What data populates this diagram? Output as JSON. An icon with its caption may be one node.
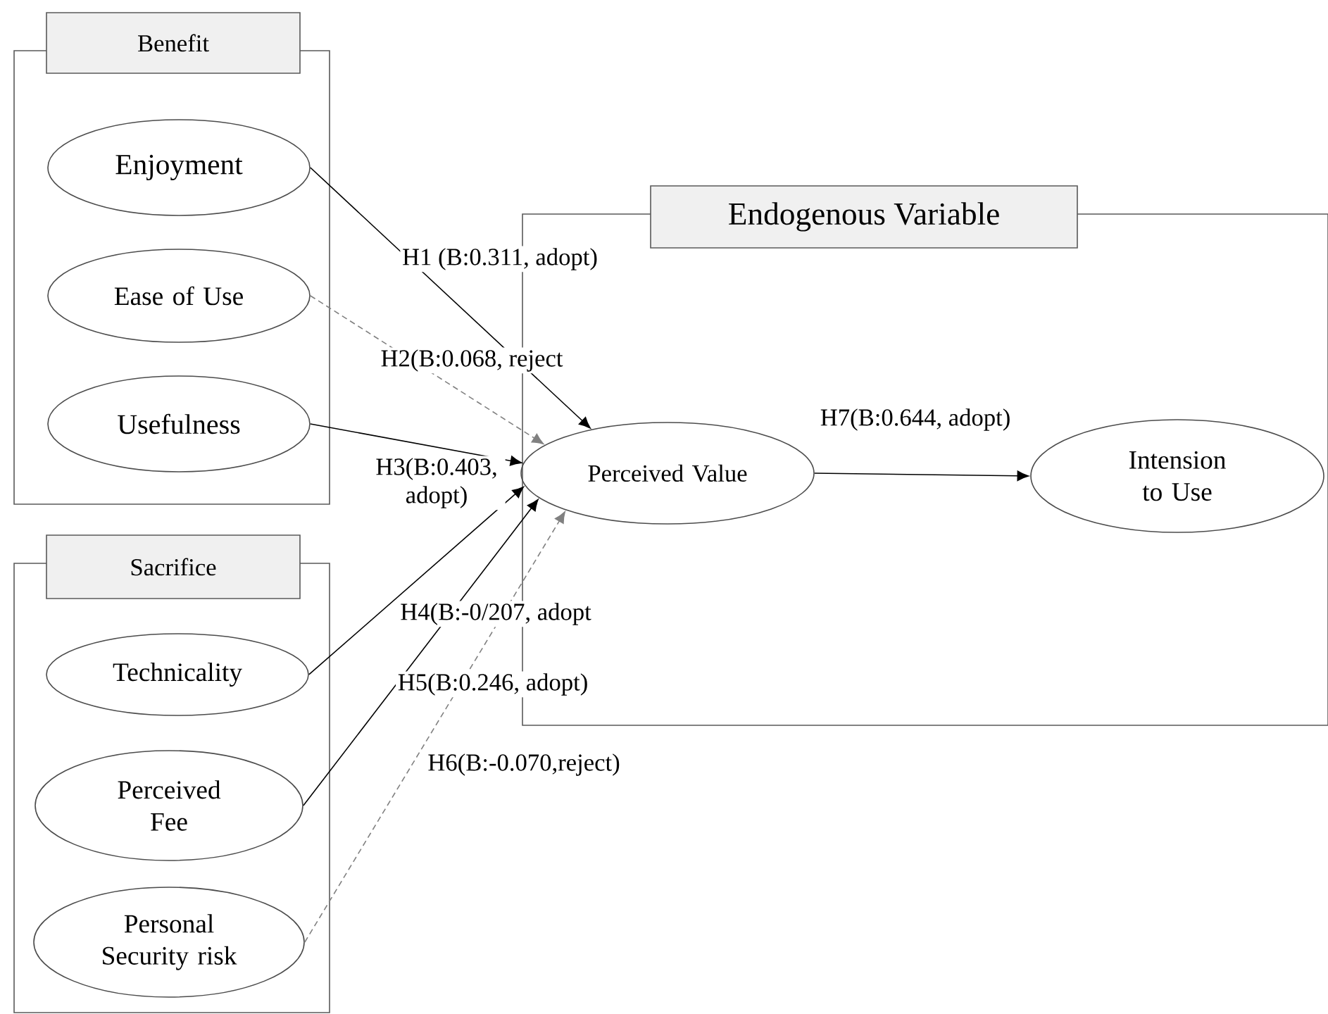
{
  "diagram": {
    "nodes": [
      {
        "text": [
          "Benefit"
        ]
      },
      {
        "text": [
          "Enjoyment"
        ],
        "in": 0
      },
      {
        "text": [
          "Ease of Use"
        ],
        "in": 0
      },
      {
        "text": [
          "Usefulness"
        ],
        "in": 0
      },
      {
        "text": [
          "Sacrifice"
        ]
      },
      {
        "text": [
          "Technicality"
        ],
        "in": 4
      },
      {
        "text": [
          "Perceived Fee"
        ],
        "in": 4
      },
      {
        "text": [
          "Personal Security risk"
        ],
        "in": 4
      },
      {
        "text": [
          "Endogenous Variable"
        ]
      },
      {
        "text": [
          "Perceived Value"
        ],
        "in": 8
      },
      {
        "text": [
          "Intension to Use"
        ],
        "in": 8
      }
    ],
    "edges": [
      {
        "from": 1,
        "to": 9,
        "arrow": "to",
        "label": "H1 (B:0.311, adopt)"
      },
      {
        "from": 2,
        "to": 9,
        "arrow": "to",
        "label": "H2(B:0.068, reject",
        "style": "dashed",
        "color": "#808080"
      },
      {
        "from": 3,
        "to": 9,
        "arrow": "to",
        "label": "H3(B:0.403, adopt)"
      },
      {
        "from": 5,
        "to": 9,
        "arrow": "to",
        "label": "H4(B:-0/207, adopt"
      },
      {
        "from": 6,
        "to": 9,
        "arrow": "to",
        "label": "H5(B:0.246, adopt)"
      },
      {
        "from": 7,
        "to": 9,
        "arrow": "to",
        "label": "H6(B:-0.070,reject)",
        "style": "dashed",
        "color": "#808080"
      },
      {
        "from": 9,
        "to": 10,
        "arrow": "to",
        "label": "H7(B:0.644, adopt)"
      }
    ]
  }
}
